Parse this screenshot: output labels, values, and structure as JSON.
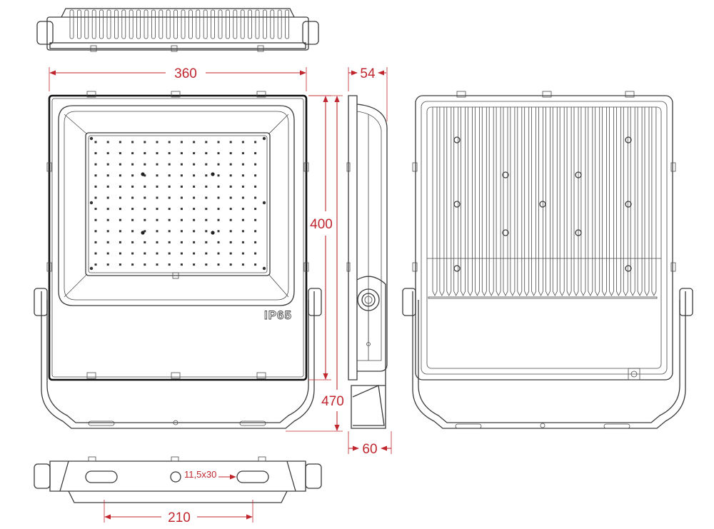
{
  "dimensions": {
    "width": "360",
    "depth": "54",
    "height_body": "400",
    "height_total": "470",
    "depth_bracket": "60",
    "bracket_spacing": "210",
    "slot": "11,5x30"
  },
  "marking": {
    "ip_rating": "IP65"
  },
  "colors": {
    "outline": "#3a3a3a",
    "dimension": "#c0262d",
    "background": "#ffffff"
  }
}
